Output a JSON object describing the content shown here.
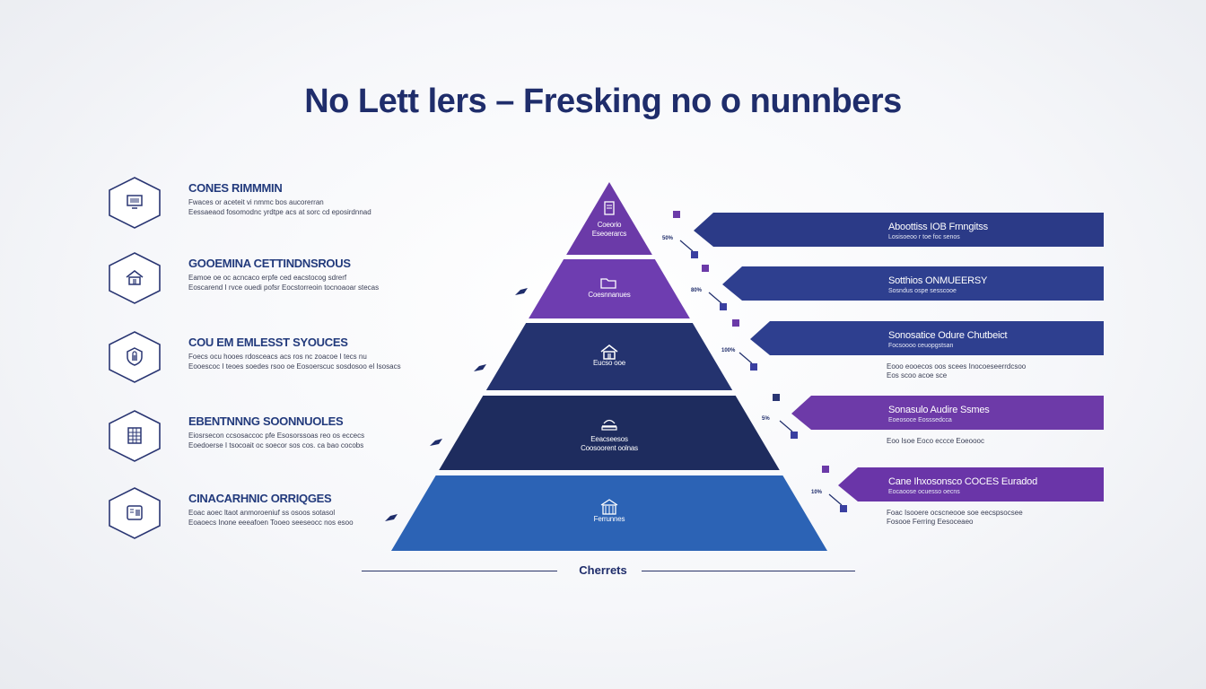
{
  "title": "No Lett lers – Fresking no o nunnbers",
  "footer": "Cherrets",
  "colors": {
    "navy": "#1f2d6b",
    "dark_navy": "#233266",
    "purple": "#6b3aa8",
    "violet": "#7a3fb3",
    "blue": "#2c63b5",
    "indigo": "#2e3f8f"
  },
  "left_items": [
    {
      "icon": "monitor-icon",
      "title": "CONES RIMMMIN",
      "desc": [
        "Fwaces or aceteit vi nmmc bos aucorerran",
        "Eessaeaod fosomodnc yrdtpe acs at sorc cd eposirdnnad"
      ]
    },
    {
      "icon": "house-icon",
      "title": "GOOEMINA CETTINDNSROUS",
      "desc": [
        "Eamoe oe oc acncaco erpfe ced eacstocog sdrerf",
        "Eoscarend I rvce ouedi pofsr Eocstorreoin tocnoaoar stecas"
      ]
    },
    {
      "icon": "shield-lock-icon",
      "title": "COU EM EMLESST SYOUCES",
      "desc": [
        "Foecs ocu hooes rdosceacs acs ros nc zoacoe I tecs nu",
        "Eooescoc I teoes soedes rsoo oe Eosoerscuc sosdosoo el Isosacs"
      ]
    },
    {
      "icon": "grid-document-icon",
      "title": "EBENTNNNG SOONNUOLES",
      "desc": [
        "Eiosrsecon ccsosaccoc pfe Esosorssoas reo os eccecs",
        "Eoedoerse I tsocoait oc soecor sos cos. ca bao cocobs"
      ]
    },
    {
      "icon": "tablet-icon",
      "title": "CINACARHNIC ORRIQGES",
      "desc": [
        "Eoac aoec ltaot anmoroeniuf ss osoos sotasol",
        "Eoaoecs Inone eeeafoen Tooeo seeseocc nos esoo"
      ]
    }
  ],
  "tiers": [
    {
      "name": "tier-1",
      "icon": "document-icon",
      "lines": [
        "Coeorio",
        "Eseoerarcs"
      ],
      "color": "#6b3aa8"
    },
    {
      "name": "tier-2",
      "icon": "folder-icon",
      "lines": [
        "Coesnnanues"
      ],
      "color": "#6e3db0"
    },
    {
      "name": "tier-3",
      "icon": "house-icon",
      "lines": [
        "Eucso ooe"
      ],
      "color": "#24336f"
    },
    {
      "name": "tier-4",
      "icon": "stack-icon",
      "lines": [
        "Eeacseesos",
        "Coosoorent oolnas"
      ],
      "color": "#1e2c5e"
    },
    {
      "name": "tier-5",
      "icon": "building-icon",
      "lines": [
        "Ferrunnes"
      ],
      "color": "#2c63b5"
    }
  ],
  "banners": [
    {
      "title": "Aboottiss IOB Frnngitss",
      "sub": "Losisoeoo r toe foc senos",
      "desc": [],
      "color": "#2b3a87"
    },
    {
      "title": "Sotthios ONMUEERSY",
      "sub": "Sosndus ospe sesscooe",
      "desc": [],
      "color": "#2e3f8f"
    },
    {
      "title": "Sonosatice Odure Chutbeict",
      "sub": "Focsoooo ceuopgstsan",
      "desc": [
        "Eooo eooecos oos scees Inocoeseerrdcsoo",
        "Eos scoo acoe sce"
      ],
      "color": "#2e3f8f"
    },
    {
      "title": "Sonasulo Audire Ssmes",
      "sub": "Eoeosoce Eosssedcca",
      "desc": [
        "Eoo Isoe Eoco eccce Eoeoooc"
      ],
      "color": "#6d3aa8"
    },
    {
      "title": "Cane Ihxosonsco COCES Euradod",
      "sub": "Eocaoose ocuesso oecns",
      "desc": [
        "Foac Isooere ocscneooe soe eecspsocsee",
        "Fosooe Ferring Eesoceaeo"
      ],
      "color": "#6a35a8"
    }
  ],
  "side_marks": [
    "50%",
    "80%",
    "100%",
    "5%",
    "10%"
  ]
}
